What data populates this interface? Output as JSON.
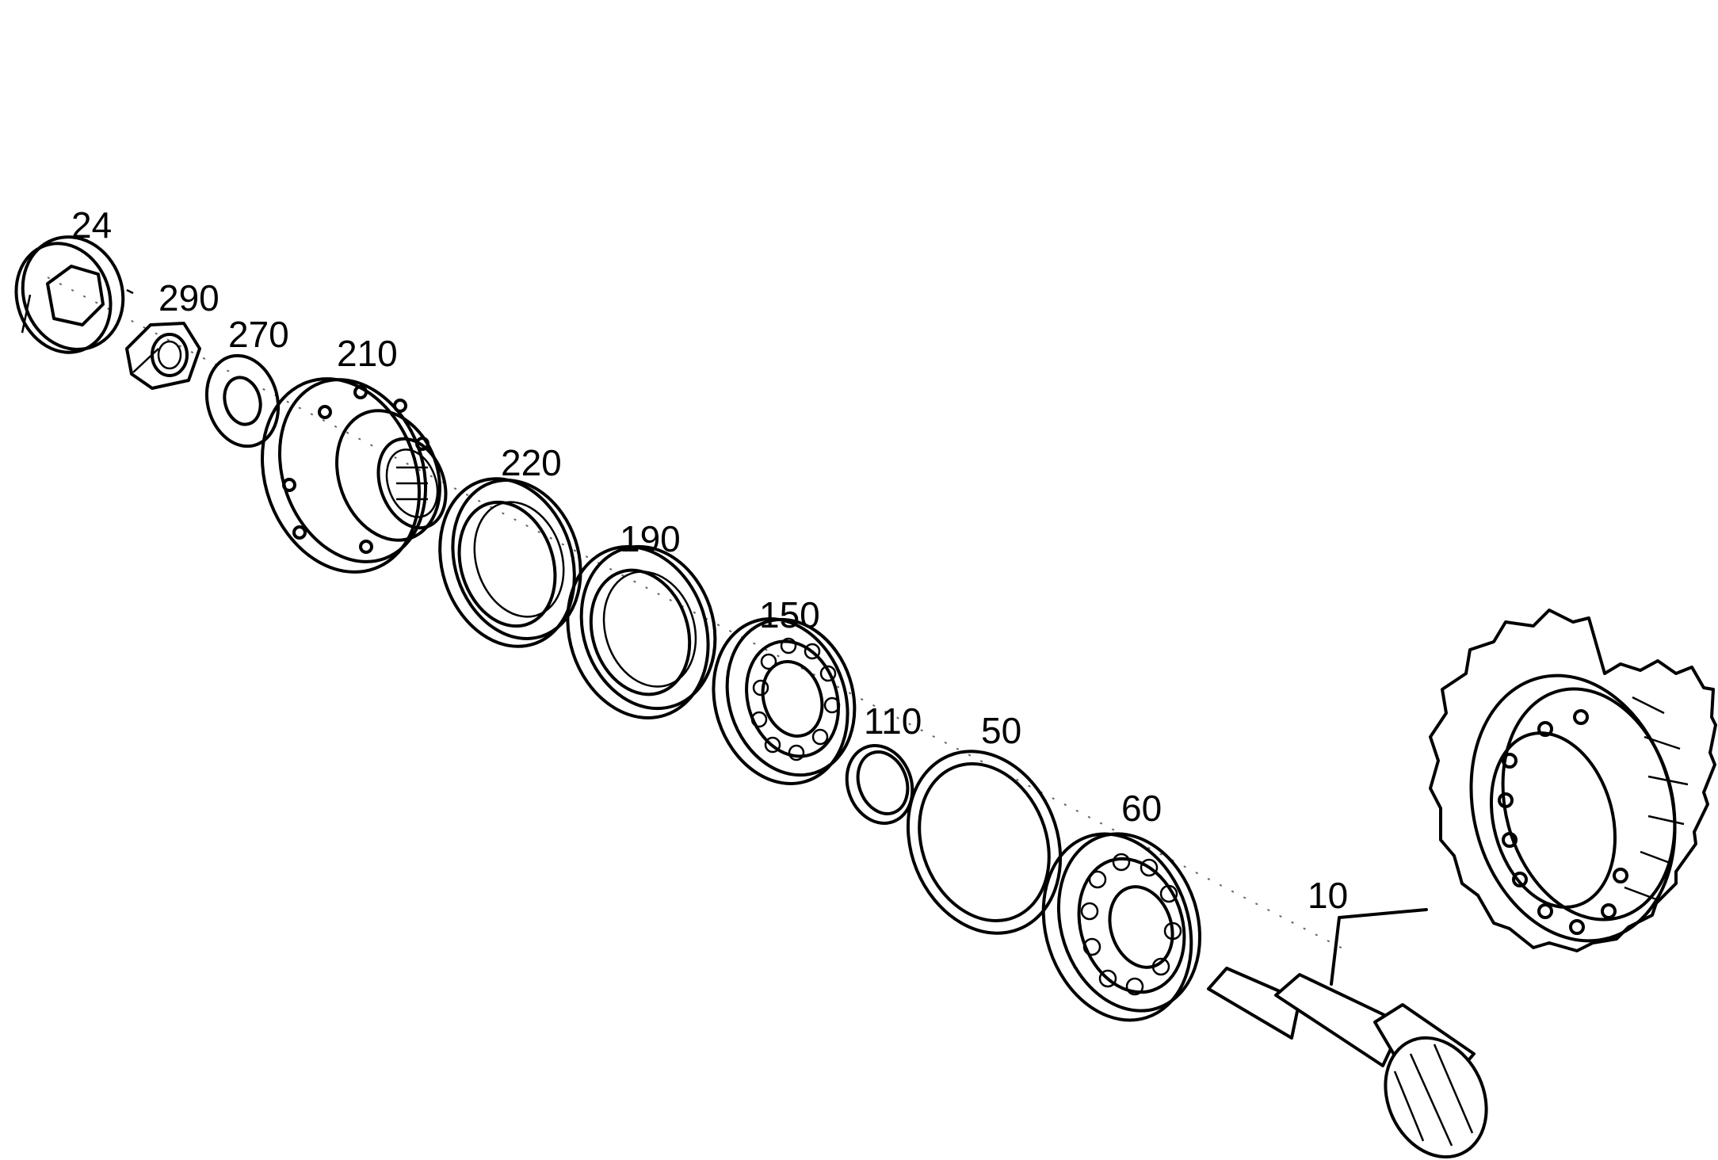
{
  "parts": [
    {
      "id": "part-24",
      "label": "24"
    },
    {
      "id": "part-290",
      "label": "290"
    },
    {
      "id": "part-270",
      "label": "270"
    },
    {
      "id": "part-210",
      "label": "210"
    },
    {
      "id": "part-220",
      "label": "220"
    },
    {
      "id": "part-190",
      "label": "190"
    },
    {
      "id": "part-150",
      "label": "150"
    },
    {
      "id": "part-110",
      "label": "110"
    },
    {
      "id": "part-50",
      "label": "50"
    },
    {
      "id": "part-60",
      "label": "60"
    },
    {
      "id": "part-10",
      "label": "10"
    }
  ]
}
